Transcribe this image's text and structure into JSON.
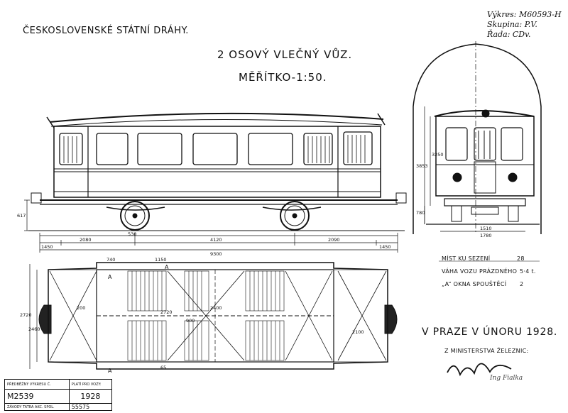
{
  "header": {
    "railway": "ČESKOSLOVENSKÉ STÁTNÍ DRÁHY.",
    "title": "2 OSOVÝ VLEČNÝ VŮZ.",
    "scale": "MĚŘÍTKO-1:50."
  },
  "drawing_info": {
    "drawing_no": "Výkres: M60593-H",
    "group": "Skupina: P.V.",
    "series": "Řada: CDv."
  },
  "specs": {
    "seats": {
      "label": "MÍST KU SEZENÍ",
      "value": "28"
    },
    "weight": {
      "label": "VÁHA VOZU PRÁZDNÉHO",
      "value": "5·4 t."
    },
    "windows": {
      "label": "„A“ OKNA SPOUŠTĚCÍ",
      "value": "2"
    }
  },
  "place_date": "V PRAZE V ÚNORU 1928.",
  "ministry": "Z MINISTERSTVA ŽELEZNIC:",
  "signature": "Ing Fialka",
  "dimensions": {
    "wheelbase_left": "2080",
    "wheelbase_mid": "4120",
    "wheelbase_right": "2090",
    "overall": "9300",
    "end_left": "1450",
    "end_right": "1450",
    "wheel_dia": "530",
    "height_side": "617",
    "height_body": "3853",
    "height_roof": "3250",
    "height_floor": "780",
    "track": "1780",
    "bogie": "1510",
    "plan_height": "2720",
    "plan_inner": "2460",
    "plan_a1": "740",
    "plan_a2": "1150",
    "plan_a3": "2720",
    "plan_b1": "900",
    "plan_b2": "2400",
    "plan_b3": "2100",
    "plan_c1": "200",
    "plan_c2": "65"
  },
  "section_marks": {
    "a_top": "A",
    "a_bottom": "A",
    "a_top2": "A"
  },
  "title_block": {
    "col1_header": "PŘEDBĚŽNÝ VÝKRESU Č.",
    "col2_header": "PLATÍ PRO VOZY:",
    "col1_value": "M2539",
    "col2_value": "1928",
    "footer_label": "ZÁVODY TATRA AKC. SPOL.",
    "footer_value": "55575"
  }
}
